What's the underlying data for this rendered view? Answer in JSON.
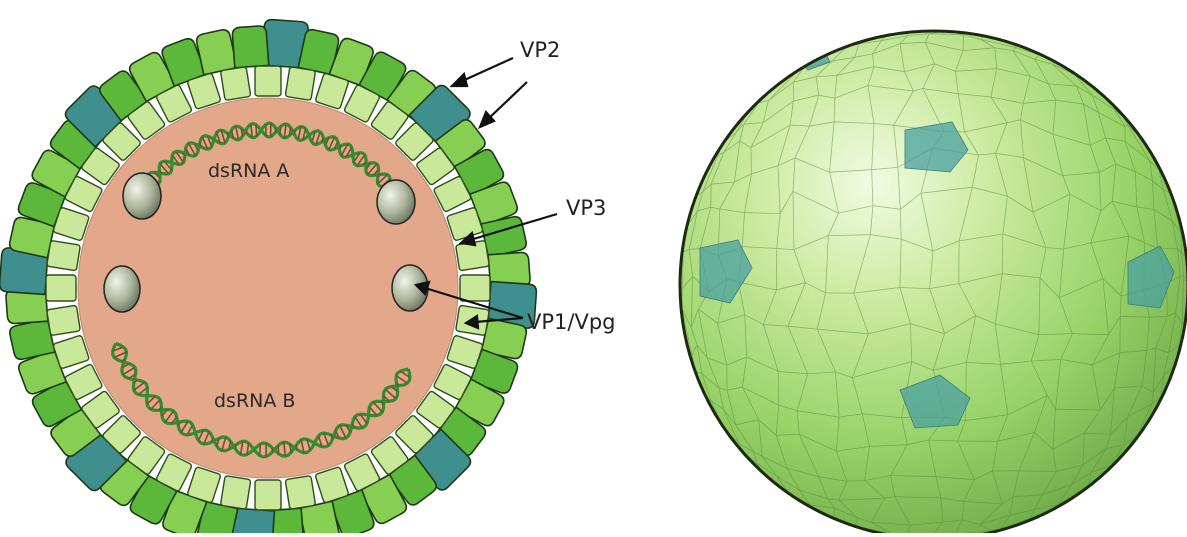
{
  "labels": {
    "vp2": "VP2",
    "vp3": "VP3",
    "vp1": "VP1/Vpg",
    "rna_a": "dsRNA A",
    "rna_b": "dsRNA B"
  },
  "colors": {
    "vp2_outer": "#5cb83a",
    "vp2_outer_light": "#86cf52",
    "vp2_pentamer": "#3f8f8f",
    "vp3_inner": "#c9e89a",
    "core": "#e3a78a",
    "helix": "#2f8f2f",
    "sphere_light": "#d8f0b4",
    "sphere_mid": "#8fd060",
    "sphere_dark": "#5f9f3f",
    "sphere_pentamer": "#4aa0a0"
  },
  "icons": [
    "ring-cross-section-diagram",
    "capsid-sphere-render"
  ]
}
